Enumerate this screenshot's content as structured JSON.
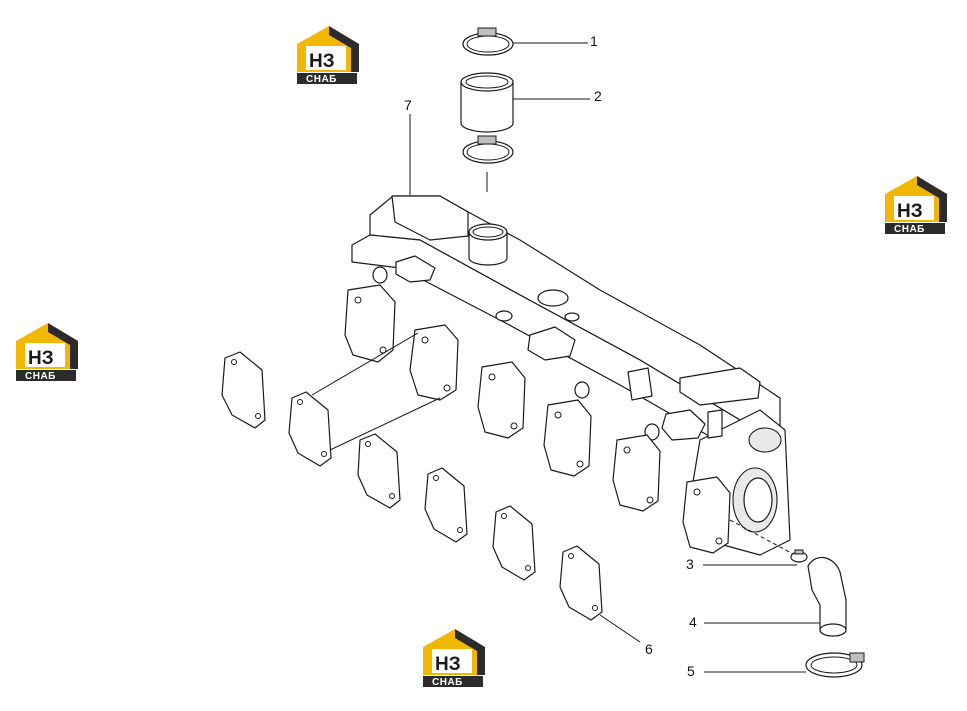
{
  "callouts": {
    "c1": "1",
    "c2": "2",
    "c3": "3",
    "c4": "4",
    "c5": "5",
    "c6": "6",
    "c7": "7"
  },
  "watermark": {
    "letters": "НЗ",
    "caption": "СНАБ",
    "colors": {
      "yellow": "#f2b705",
      "dark": "#2b2b2b",
      "white": "#ffffff"
    }
  },
  "icons": {
    "watermark": "nz-snab-logo-icon"
  }
}
